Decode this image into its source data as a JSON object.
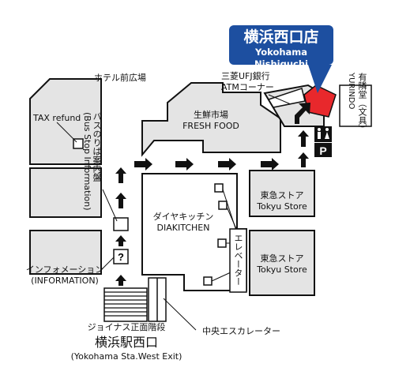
{
  "callout": {
    "jp": "横浜西口店",
    "en": "Yokohama Nishiguchi",
    "color": "#1d4fa0"
  },
  "marker_color": "#e8282c",
  "labels": {
    "hotel_square": "ホテル前広場",
    "tax_refund": "TAX refund",
    "bus_jp": "バスのりば案内盤",
    "bus_en": "(Bus Stop Information)",
    "fresh_jp": "生鮮市場",
    "fresh_en": "FRESH FOOD",
    "ufj_line1": "三菱UFJ銀行",
    "ufj_line2": "ATMコーナー",
    "yurindo_jp": "有隣堂（文具）",
    "yurindo_en": "YURINDO",
    "diakitchen_jp": "ダイヤキッチン",
    "diakitchen_en": "DIAKITCHEN",
    "elevator": "エレベーター",
    "tokyu1_jp": "東急ストア",
    "tokyu1_en": "Tokyu Store",
    "tokyu2_jp": "東急ストア",
    "tokyu2_en": "Tokyu Store",
    "info_jp": "インフォメーション",
    "info_en": "(INFORMATION)",
    "joinus_stairs": "ジョイナス正面階段",
    "exit_jp": "横浜駅西口",
    "exit_en": "(Yokohama Sta.West Exit)",
    "escalator": "中央エスカレーター"
  },
  "icons": [
    "info-question-icon",
    "parking-icon",
    "restroom-icon",
    "atm-arrow-icon",
    "location-marker-icon"
  ]
}
